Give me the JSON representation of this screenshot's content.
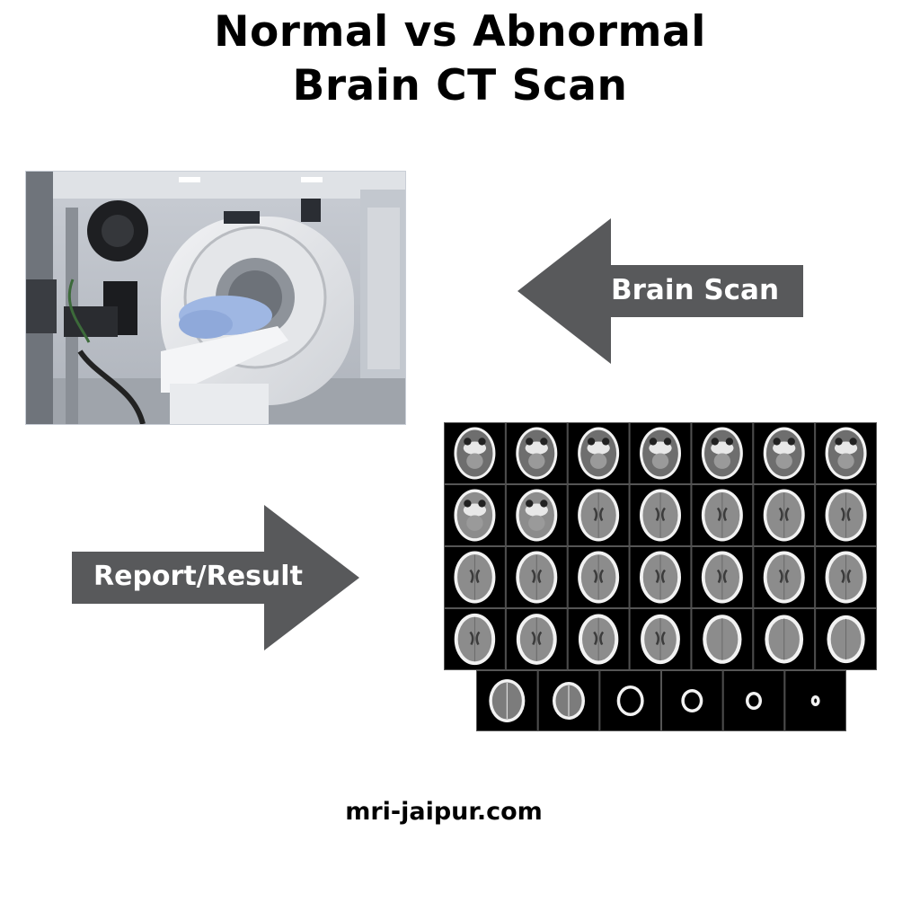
{
  "title": {
    "line1": "Normal vs Abnormal",
    "line2": "Brain CT Scan"
  },
  "arrows": {
    "left_label": "Brain Scan",
    "right_label": "Report/Result",
    "color": "#58595b"
  },
  "ct_panel": {
    "grid_rows": 4,
    "grid_cols": 7,
    "last_row_count": 6
  },
  "footer": {
    "site": "mri-jaipur.com"
  }
}
